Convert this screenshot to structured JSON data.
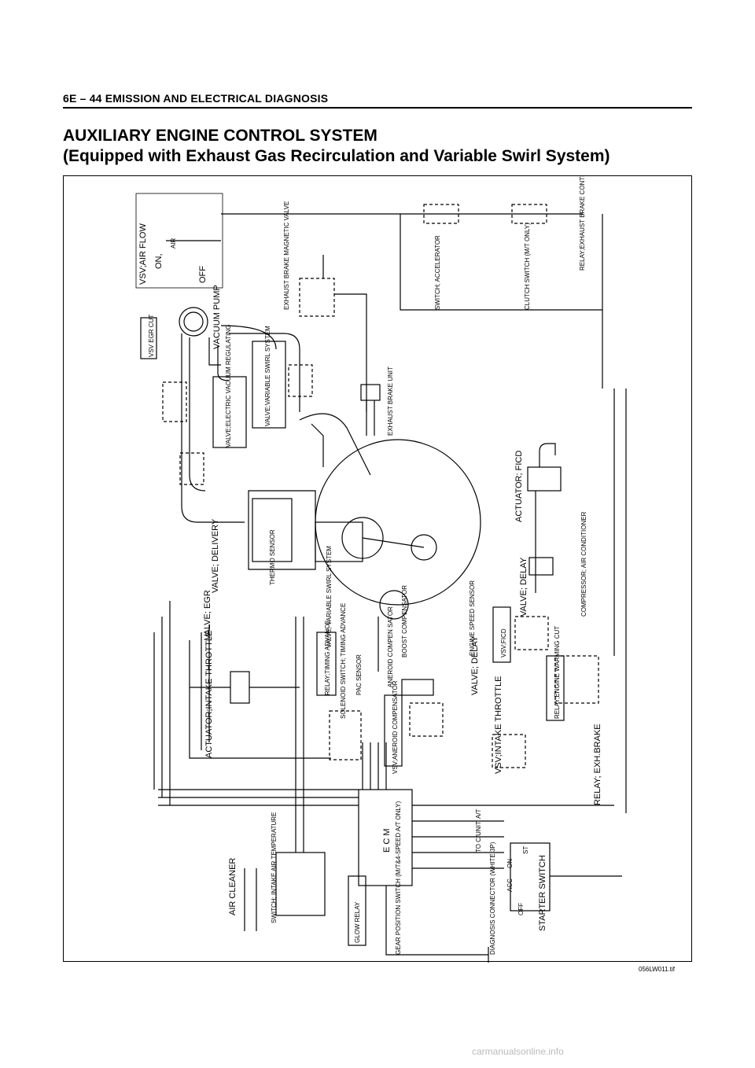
{
  "header": {
    "section": "6E – 44  EMISSION AND ELECTRICAL DIAGNOSIS"
  },
  "title": "AUXILIARY ENGINE CONTROL SYSTEM",
  "subtitle": "(Equipped with Exhaust Gas Recirculation and Variable Swirl System)",
  "diagram": {
    "labels": {
      "vsv_air_flow": "VSV;AIR FLOW",
      "on": "ON,",
      "air": "AIR",
      "off": "OFF",
      "vsv_egr_cut": "VSV EGR CUT",
      "vacuum_pump": "VACUUM PUMP",
      "exhaust_brake_magnetic_valve": "EXHAUST BRAKE MAGNETIC VALVE",
      "switch_accelerator": "SWITCH; ACCELERATOR",
      "clutch_switch": "CLUTCH SWITCH (M/T ONLY)",
      "relay_exhaust_brake_control": "RELAY;EXHAUST BRAKE CONTROL",
      "valve_variable_swirl_system": "VALVE;VARIABLE SWIRL SYSTEM",
      "valve_electric_vacuum_regulating": "VALVE;ELECTRIC VACUUM REGULATING",
      "exhaust_brake_unit": "EXHAUST BRAKE UNIT",
      "actuator_ficd": "ACTUATOR; FICD",
      "compressor_air_conditioner": "COMPRESSOR; AIR CONDITIONER",
      "valve_delivery": "VALVE; DELIVERY",
      "thermo_sensor": "THERMO SENSOR",
      "valve_delay_top": "VALVE; DELAY",
      "valve_egr": "VALVE; EGR",
      "valve_variable_swirl": "VALVE; VARIABLE SWIRL SYSTEM",
      "engine_speed_sensor": "ENGINE SPEED SENSOR",
      "boost_compensator": "BOOST COMPENSATOR",
      "vsv_ficd": "VSV;FICD",
      "actuator_intake_throttle": "ACTUATOR;INTAKE THROTTLE",
      "relay_timing_advance": "RELAY;TIMING ADVANCE",
      "solenoid_switch_timing_advance": "SOLENOID SWITCH; TIMING ADVANCE",
      "pac_sensor": "PAC SENSOR",
      "aneroid_compensator": "ANEROID COMPEN SATOR",
      "valve_delay_bottom": "VALVE; DELAY",
      "relay_engine_warming_cut": "RELAY;ENGINE WARMING CUT",
      "vsv_aneroid_compensator": "VSV;ANEROID COMPENSATOR",
      "vsv_intake_throttle": "VSV;INTAKE THROTTLE",
      "relay_exh_brake": "RELAY; EXH.BRAKE",
      "ecm": "E C M",
      "to_c_unit_at": "TO C/UNIT; A/T",
      "st": "ST",
      "on_sw": "ON",
      "acc": "ACC",
      "off_sw": "OFF",
      "starter_switch": "STARTER SWITCH",
      "air_cleaner": "AIR CLEANER",
      "switch_intake_air_temperature": "SWITCH; INTAKE AIR TEMPERATURE",
      "glow_relay": "GLOW RELAY",
      "gear_position_switch": "GEAR POSITION SWITCH (M/T&4-SPEED A/T ONLY)",
      "diagnosis_connector": "DIAGNOSIS CONNECTOR (WHITE;3P)"
    }
  },
  "figure_id": "056LW011.tif",
  "watermark": "carmanualsonline.info"
}
